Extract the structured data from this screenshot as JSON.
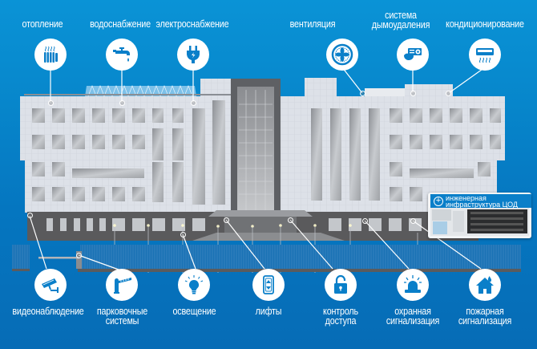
{
  "colors": {
    "background_top": "#0a93d6",
    "background_bottom": "#066cb6",
    "icon_circle": "#ffffff",
    "icon_glyph": "#0a7fc9",
    "building_facade": "#dde1e8",
    "building_base": "#5a5a5c",
    "fence": "#1b6fb0"
  },
  "top_systems": [
    {
      "id": "heating",
      "label": "отопление",
      "icon": "radiator-icon"
    },
    {
      "id": "water",
      "label": "водоснабжение",
      "icon": "water-tap-icon"
    },
    {
      "id": "power",
      "label": "электроснабжение",
      "icon": "electric-plug-icon"
    },
    {
      "id": "ventilation",
      "label": "вентиляция",
      "icon": "fan-icon"
    },
    {
      "id": "smoke",
      "label_line1": "система",
      "label_line2": "дымоудаления",
      "icon": "smoke-extraction-icon"
    },
    {
      "id": "ac",
      "label": "кондиционирование",
      "icon": "air-conditioner-icon"
    }
  ],
  "bottom_systems": [
    {
      "id": "cctv",
      "label": "видеонаблюдение",
      "icon": "cctv-camera-icon"
    },
    {
      "id": "parking",
      "label_line1": "парковочные",
      "label_line2": "системы",
      "icon": "parking-barrier-icon"
    },
    {
      "id": "lighting",
      "label": "освещение",
      "icon": "light-bulb-icon"
    },
    {
      "id": "elevators",
      "label": "лифты",
      "icon": "elevator-icon"
    },
    {
      "id": "access",
      "label_line1": "контроль",
      "label_line2": "доступа",
      "icon": "padlock-icon"
    },
    {
      "id": "security",
      "label_line1": "охранная",
      "label_line2": "сигнализация",
      "icon": "alarm-beacon-icon"
    },
    {
      "id": "fire",
      "label_line1": "пожарная",
      "label_line2": "сигнализация",
      "icon": "fire-house-icon"
    }
  ],
  "promo": {
    "line1": "инженерная",
    "line2": "инфраструктура ЦОД",
    "icon": "plus-circle-icon"
  }
}
